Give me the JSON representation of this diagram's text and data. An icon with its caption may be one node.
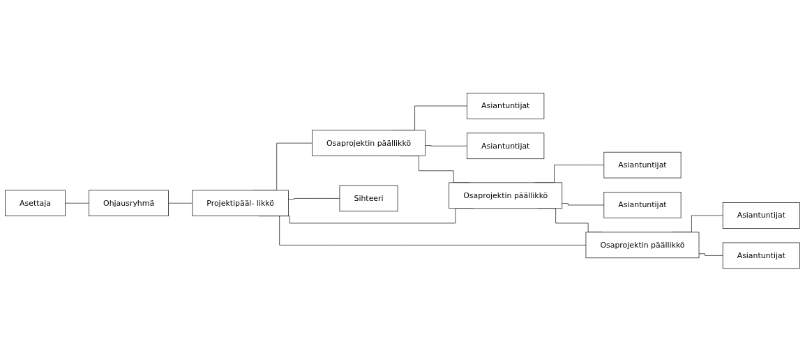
{
  "diagram": {
    "nodes": [
      {
        "text": [
          "Asettaja"
        ]
      },
      {
        "text": [
          "Ohjausryhmä"
        ]
      },
      {
        "text": [
          "Projektipääl- likkö"
        ]
      },
      {
        "text": [
          "Osaprojektin päällikkö"
        ]
      },
      {
        "text": [
          "Asiantuntijat"
        ]
      },
      {
        "text": [
          "Asiantuntijat"
        ]
      },
      {
        "text": [
          "Osaprojektin päällikkö"
        ]
      },
      {
        "text": [
          "Asiantuntijat"
        ]
      },
      {
        "text": [
          "Asiantuntijat"
        ]
      },
      {
        "text": [
          "Osaprojektin päällikkö"
        ]
      },
      {
        "text": [
          "Asiantuntijat"
        ]
      },
      {
        "text": [
          "Asiantuntijat"
        ]
      },
      {
        "text": [
          "Sihteeri"
        ]
      }
    ],
    "edges": [
      {
        "from": 0,
        "to": 1,
        "arrow": "none"
      },
      {
        "from": 1,
        "to": 2,
        "arrow": "none"
      },
      {
        "from": 2,
        "to": 3,
        "arrow": "none"
      },
      {
        "from": 2,
        "to": 6,
        "arrow": "none"
      },
      {
        "from": 2,
        "to": 9,
        "arrow": "none"
      },
      {
        "from": 3,
        "to": 6,
        "arrow": "none"
      },
      {
        "from": 6,
        "to": 9,
        "arrow": "none"
      },
      {
        "from": 3,
        "to": 4,
        "arrow": "none"
      },
      {
        "from": 3,
        "to": 5,
        "arrow": "none"
      },
      {
        "from": 6,
        "to": 7,
        "arrow": "none"
      },
      {
        "from": 6,
        "to": 8,
        "arrow": "none"
      },
      {
        "from": 9,
        "to": 10,
        "arrow": "none"
      },
      {
        "from": 9,
        "to": 11,
        "arrow": "none"
      },
      {
        "from": 2,
        "to": 12,
        "arrow": "none"
      }
    ]
  }
}
